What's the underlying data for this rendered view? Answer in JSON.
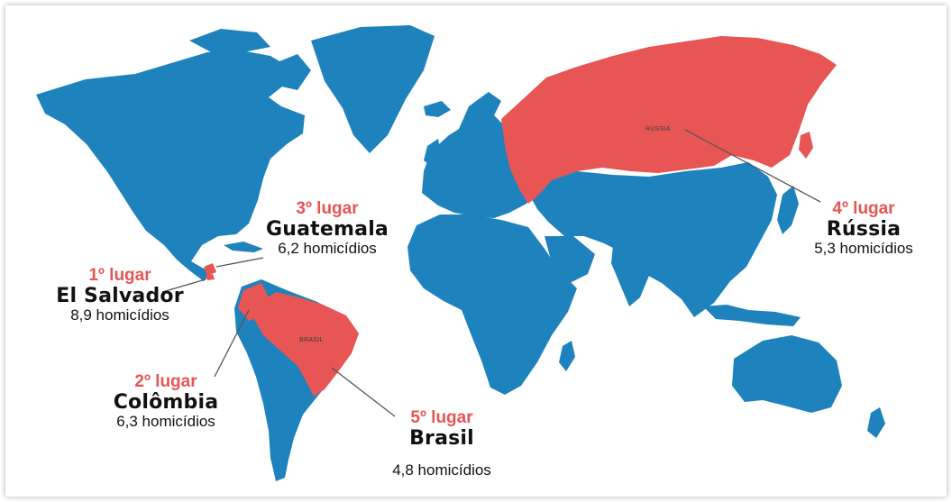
{
  "colors": {
    "land": "#1e82bd",
    "highlight": "#e85555",
    "rank_text": "#e85555",
    "label_text": "#111111",
    "leader_line": "#555555"
  },
  "map_labels": {
    "russia": "RÚSSIA",
    "brazil": "BRASIL"
  },
  "callouts": {
    "el_salvador": {
      "rank": "1º lugar",
      "country": "El Salvador",
      "value": "8,9 homicídios"
    },
    "colombia": {
      "rank": "2º lugar",
      "country": "Colômbia",
      "value": "6,3 homicídios"
    },
    "guatemala": {
      "rank": "3º lugar",
      "country": "Guatemala",
      "value": "6,2 homicídios"
    },
    "russia": {
      "rank": "4º lugar",
      "country": "Rússia",
      "value": "5,3 homicídios"
    },
    "brazil": {
      "rank": "5º lugar",
      "country": "Brasil",
      "value": "4,8 homicídios"
    }
  }
}
